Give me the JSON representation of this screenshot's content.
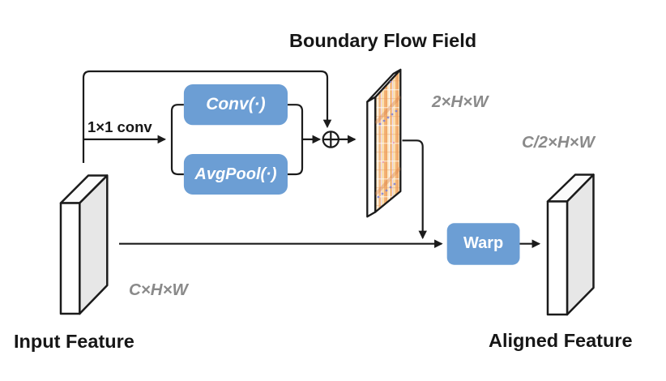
{
  "title": "Boundary Flow Field",
  "labels": {
    "conv_1x1": "1×1 conv",
    "input_feature": "Input Feature",
    "aligned_feature": "Aligned Feature"
  },
  "nodes": {
    "conv": "Conv(·)",
    "avgpool": "AvgPool(·)",
    "warp": "Warp"
  },
  "dims": {
    "flow_field": "2×H×W",
    "aligned": "C/2×H×W",
    "input": "C×H×W"
  },
  "colors": {
    "node_blue": "#6C9ED4",
    "line_black": "#1b1b1b",
    "dim_gray": "#8a8a8a",
    "slab_side_gray": "#e7e7e7",
    "slab_top_white": "#fbfbfb",
    "slab_face_white": "#ffffff",
    "flow_texture_base": "#f7cd9e",
    "flow_texture_stripe": "#f1aa6a",
    "flow_texture_dot": "#7b7fd4"
  }
}
